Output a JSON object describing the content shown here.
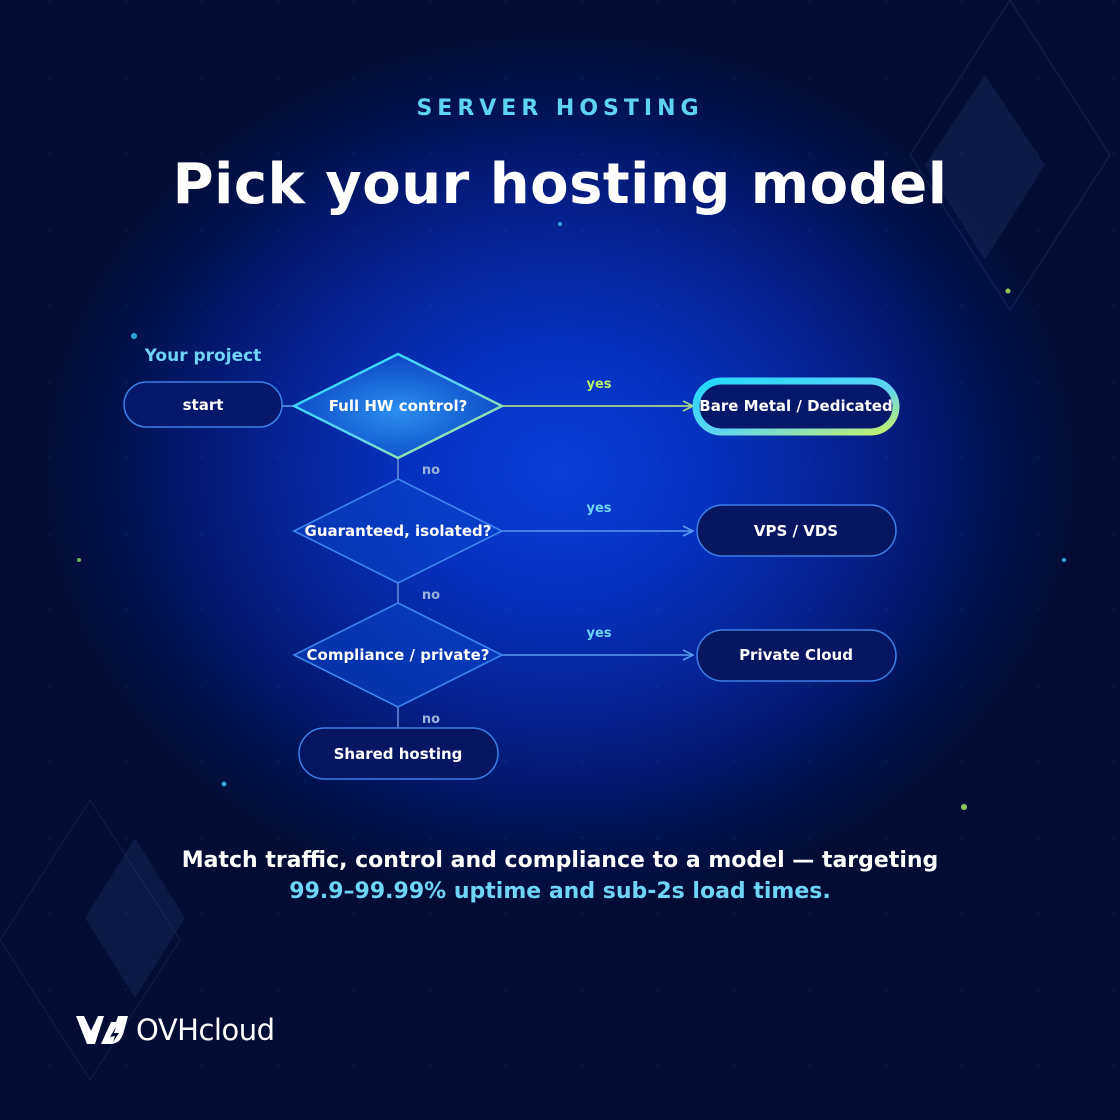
{
  "header": {
    "eyebrow": "SERVER HOSTING",
    "title": "Pick your hosting model"
  },
  "flowchart": {
    "start_label": "Your project",
    "start": "start",
    "decisions": [
      {
        "question": "Full HW control?",
        "yes_label": "yes",
        "no_label": "no",
        "outcome": "Bare Metal / Dedicated"
      },
      {
        "question": "Guaranteed, isolated?",
        "yes_label": "yes",
        "no_label": "no",
        "outcome": "VPS / VDS"
      },
      {
        "question": "Compliance / private?",
        "yes_label": "yes",
        "no_label": "no",
        "outcome": "Private Cloud"
      }
    ],
    "fallback": "Shared hosting"
  },
  "caption": {
    "line1": "Match traffic, control and compliance to a model — targeting",
    "line2": "99.9–99.99% uptime and sub-2s load times."
  },
  "brand": {
    "logo_text": "OVHcloud",
    "icon": "ovhcloud-logo-icon"
  },
  "colors": {
    "accent_cyan": "#5fd3f3",
    "accent_green": "#b7f06a",
    "node_fill": "#071a6e",
    "node_stroke": "#3f86f0"
  }
}
